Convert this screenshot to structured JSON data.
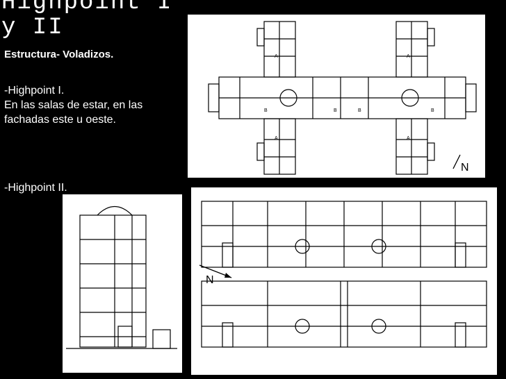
{
  "slide": {
    "title": "Highpoint I y II",
    "subtitle": "Estructura- Voladizos.",
    "paragraph1": [
      "-Highpoint I.",
      "En las salas de estar, en las fachadas este u oeste."
    ],
    "paragraph2": "-Highpoint II."
  },
  "plan1": {
    "north_label": "N",
    "room_letters": [
      "A",
      "A",
      "A",
      "A",
      "B",
      "B",
      "B",
      "B"
    ]
  },
  "plan2": {
    "north_label": "N"
  },
  "colors": {
    "background": "#000000",
    "text": "#ffffff",
    "drawing": "#ffffff",
    "ink": "#000000"
  }
}
